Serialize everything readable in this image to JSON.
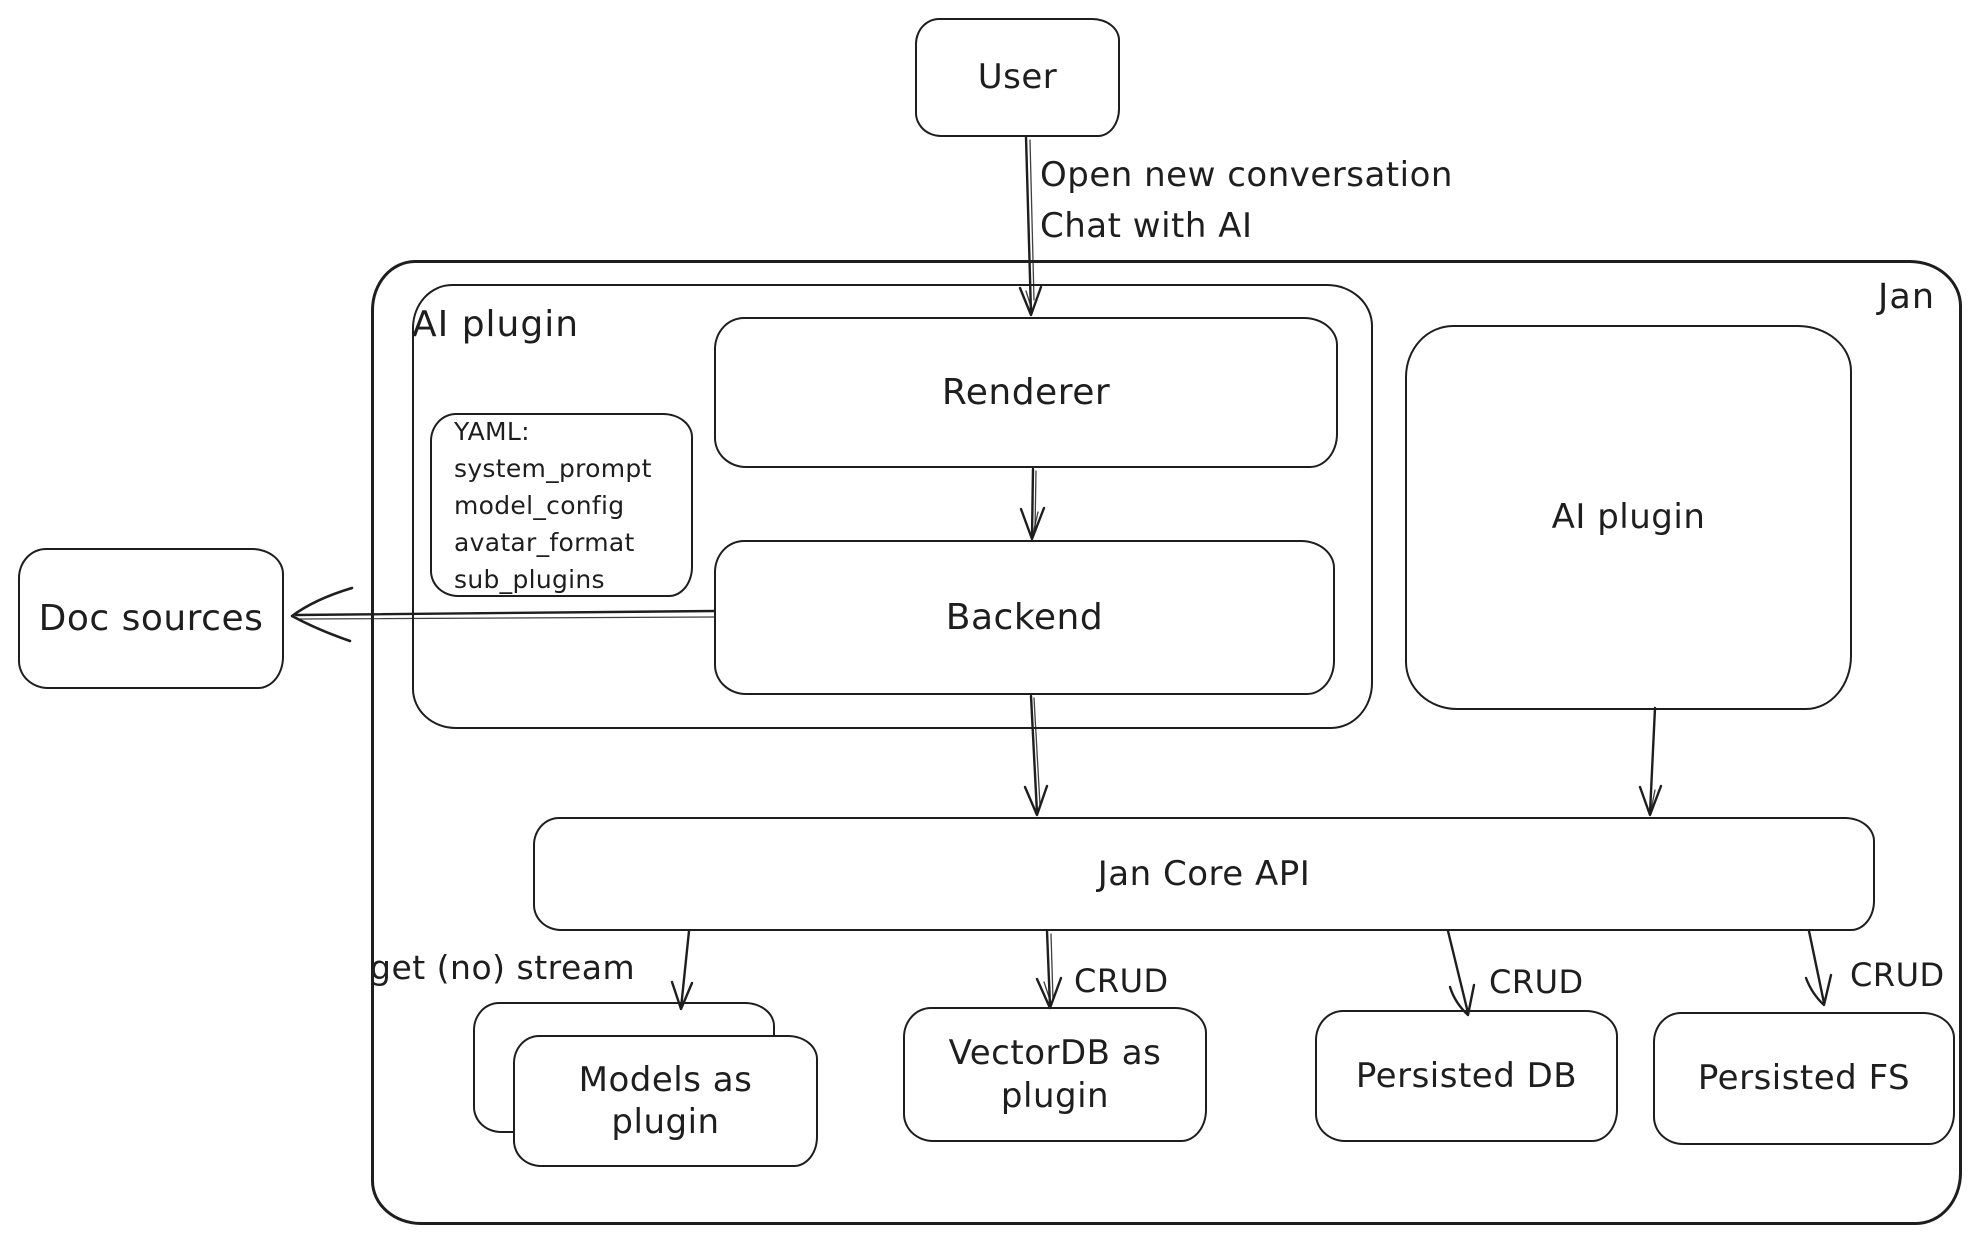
{
  "diagram": {
    "colors": {
      "stroke": "#1e1e1e",
      "background": "#ffffff"
    },
    "nodes": {
      "user": {
        "label": "User"
      },
      "jan_container": {
        "label": "Jan"
      },
      "ai_plugin_group": {
        "label": "AI plugin"
      },
      "yaml_note": {
        "lines": [
          "YAML:",
          "system_prompt",
          "model_config",
          "avatar_format",
          "sub_plugins"
        ]
      },
      "renderer": {
        "label": "Renderer"
      },
      "backend": {
        "label": "Backend"
      },
      "ai_plugin_right": {
        "label": "AI plugin"
      },
      "doc_sources": {
        "label": "Doc sources"
      },
      "jan_core_api": {
        "label": "Jan Core API"
      },
      "models_plugin": {
        "label": "Models as plugin"
      },
      "vectordb_plugin": {
        "label": "VectorDB as plugin"
      },
      "persisted_db": {
        "label": "Persisted DB"
      },
      "persisted_fs": {
        "label": "Persisted FS"
      }
    },
    "edges": {
      "user_to_renderer": {
        "lines": [
          "Open new conversation",
          "Chat with AI"
        ]
      },
      "api_to_models": {
        "label": "get (no) stream"
      },
      "api_to_vectordb": {
        "label": "CRUD"
      },
      "api_to_persisted_db": {
        "label": "CRUD"
      },
      "api_to_persisted_fs": {
        "label": "CRUD"
      }
    }
  }
}
